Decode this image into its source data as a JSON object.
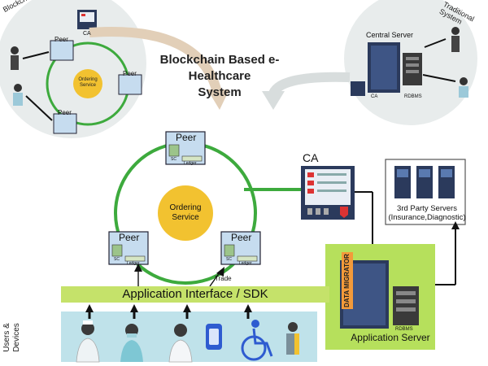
{
  "title": {
    "line1": "Blockchain Based e-Healthcare",
    "line2": "System"
  },
  "mini_blockchain": {
    "label": "Blockchain System",
    "ordering_line1": "Ordering",
    "ordering_line2": "Service",
    "peer_label": "Peer",
    "ca_label": "CA"
  },
  "mini_traditional": {
    "label": "Traditional System",
    "central_server": "Central Server",
    "ca_label": "CA",
    "rdbms": "RDBMS"
  },
  "main": {
    "ordering_line1": "Ordering",
    "ordering_line2": "Service",
    "peer_label": "Peer",
    "peer_sc": "SC",
    "peer_ledger": "Ledger",
    "ca_label": "CA",
    "trade_label": "Trade",
    "sdk_label": "Application Interface / SDK",
    "users_label_line1": "Users &",
    "users_label_line2": "Devices",
    "third_party_line1": "3rd Party Servers",
    "third_party_line2": "(Insurance,Diagnostic)",
    "data_migrator": "DATA MIGRATOR",
    "rdbms": "RDBMS",
    "app_server": "Application Server"
  },
  "colors": {
    "green": "#3daa3d",
    "yellow": "#f2c230",
    "peer_fill": "#c6dcef",
    "sdk_bar": "#c5e26a",
    "panel": "#bfe2ea",
    "migrator": "#f39a3a",
    "server_dark": "#2b3a5c"
  },
  "icons": [
    "nurse-icon",
    "doctor-icon",
    "smartwatch-icon",
    "wheelchair-icon",
    "patient-icon"
  ]
}
